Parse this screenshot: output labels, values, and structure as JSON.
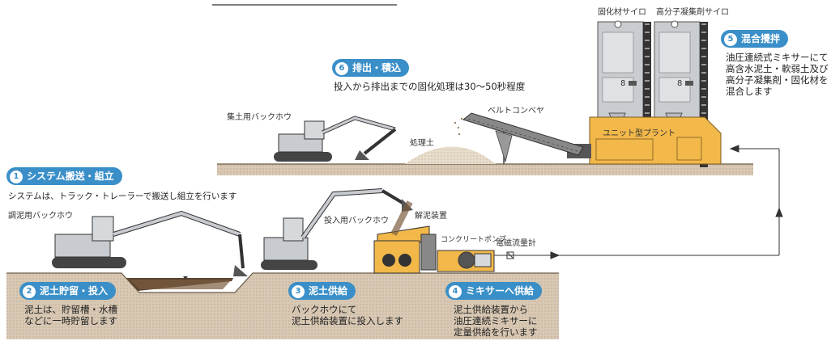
{
  "steps": [
    {
      "num": "1",
      "title": "システム搬送・組立",
      "desc": "システムは、トラック・トレーラーで搬送し組立を行います"
    },
    {
      "num": "2",
      "title": "泥土貯留・投入",
      "desc": "泥土は、貯留槽・水槽\nなどに一時貯留します"
    },
    {
      "num": "3",
      "title": "泥土供給",
      "desc": "バックホウにて\n泥土供給装置に投入します"
    },
    {
      "num": "4",
      "title": "ミキサーへ供給",
      "desc": "泥土供給装置から\n油圧連続ミキサーに\n定量供給を行います"
    },
    {
      "num": "5",
      "title": "混合攪拌",
      "desc": "油圧連続式ミキサーにて\n高含水泥土・軟弱土及び\n高分子凝集剤・固化材を\n混合します"
    },
    {
      "num": "6",
      "title": "排出・積込",
      "desc": "投入から排出までの固化処理は30〜50秒程度"
    }
  ],
  "labels": {
    "collect_backhoe": "集土用バックホウ",
    "treated_soil": "処理土",
    "belt_conveyor": "ベルトコンベヤ",
    "solidifier_silo": "固化材サイロ",
    "polymer_silo": "高分子凝集剤サイロ",
    "unit_plant": "ユニット型プラント",
    "mixing_backhoe": "調泥用バックホウ",
    "loading_backhoe": "投入用バックホウ",
    "mud_device": "解泥装置",
    "concrete_pump": "コンクリートポンプ",
    "flow_meter": "電磁流量計"
  },
  "colors": {
    "accent": "#3a8fc8",
    "plant": "#f2b84a",
    "silo": "#c9ccd0",
    "ground": "#b89a78"
  }
}
